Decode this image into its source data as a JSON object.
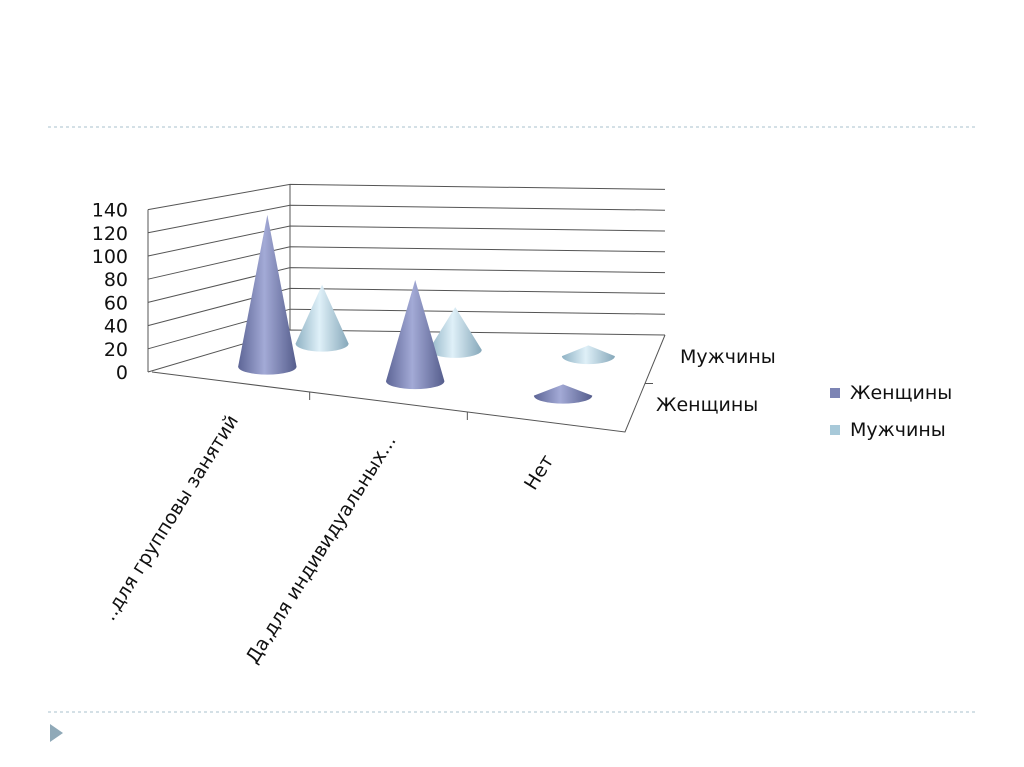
{
  "chart_data": {
    "type": "bar",
    "subtype": "3d-cone",
    "title": "",
    "categories": [
      "Да,для групповы занятий",
      "Да,для индивидуальных...",
      "Нет"
    ],
    "category_labels_display": [
      "..для групповы занятий",
      "Да,для индивидуальных...",
      "Нет"
    ],
    "series": [
      {
        "name": "Женщины",
        "values": [
          135,
          90,
          10
        ],
        "color": "#7c84b4"
      },
      {
        "name": "Мужчины",
        "values": [
          55,
          40,
          10
        ],
        "color": "#a8c9d9"
      }
    ],
    "yticks": [
      "0",
      "20",
      "40",
      "60",
      "80",
      "100",
      "120",
      "140"
    ],
    "ylim": [
      0,
      140
    ],
    "depth_labels": [
      "Женщины",
      "Мужчины"
    ],
    "legend": {
      "position": "right",
      "entries": [
        "Женщины",
        "Мужчины"
      ]
    },
    "grid": true
  },
  "slide": {
    "accent": "#a9c0cc",
    "bullet_color": "#8fa9b8"
  }
}
